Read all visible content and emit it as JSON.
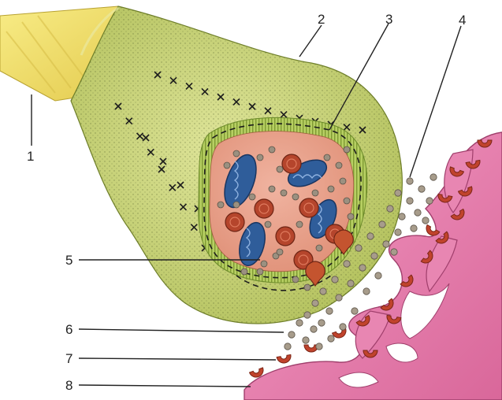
{
  "diagram": {
    "labels": [
      "1",
      "2",
      "3",
      "4",
      "5",
      "6",
      "7",
      "8"
    ],
    "colors": {
      "axon": "#f3e26a",
      "bouton": "#c9d77a",
      "stipple": "#3d4a1c",
      "terminal_inner": "#e99b86",
      "membrane": "#a8c257",
      "mitochondria": "#2f5d9a",
      "vesicle_red": "#b5452c",
      "vesicle_grey": "#9b9080",
      "postsynaptic": "#e27aa8",
      "receptor": "#c0432c"
    },
    "icons": [
      "cross-mark",
      "vesicle",
      "mitochondrion",
      "receptor-cup"
    ]
  }
}
